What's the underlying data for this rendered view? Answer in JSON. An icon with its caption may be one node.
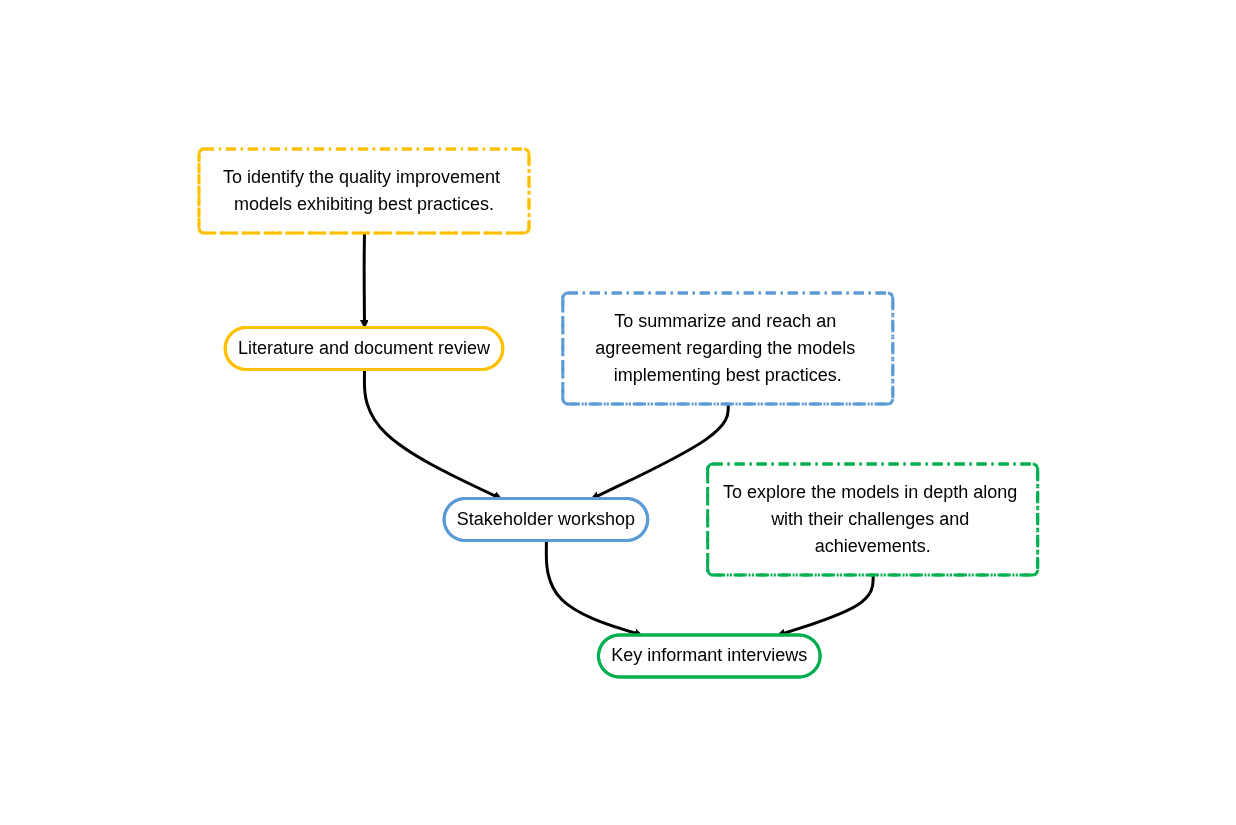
{
  "diagram": {
    "nodes": [
      {
        "text": [
          "To identify the quality improvement models exhibiting best practices."
        ]
      },
      {
        "text": [
          "Literature and document review"
        ]
      },
      {
        "text": [
          "To summarize and reach an agreement regarding the models implementing best practices."
        ]
      },
      {
        "text": [
          "Stakeholder workshop"
        ]
      },
      {
        "text": [
          "To explore the models in depth along with their challenges and achievements."
        ]
      },
      {
        "text": [
          "Key informant interviews"
        ]
      }
    ],
    "edges": [
      {
        "from": 0,
        "to": 1,
        "arrow": "to"
      },
      {
        "from": 1,
        "to": 3,
        "arrow": "to"
      },
      {
        "from": 2,
        "to": 3,
        "arrow": "to"
      },
      {
        "from": 3,
        "to": 5,
        "arrow": "to"
      },
      {
        "from": 4,
        "to": 5,
        "arrow": "to"
      }
    ]
  }
}
